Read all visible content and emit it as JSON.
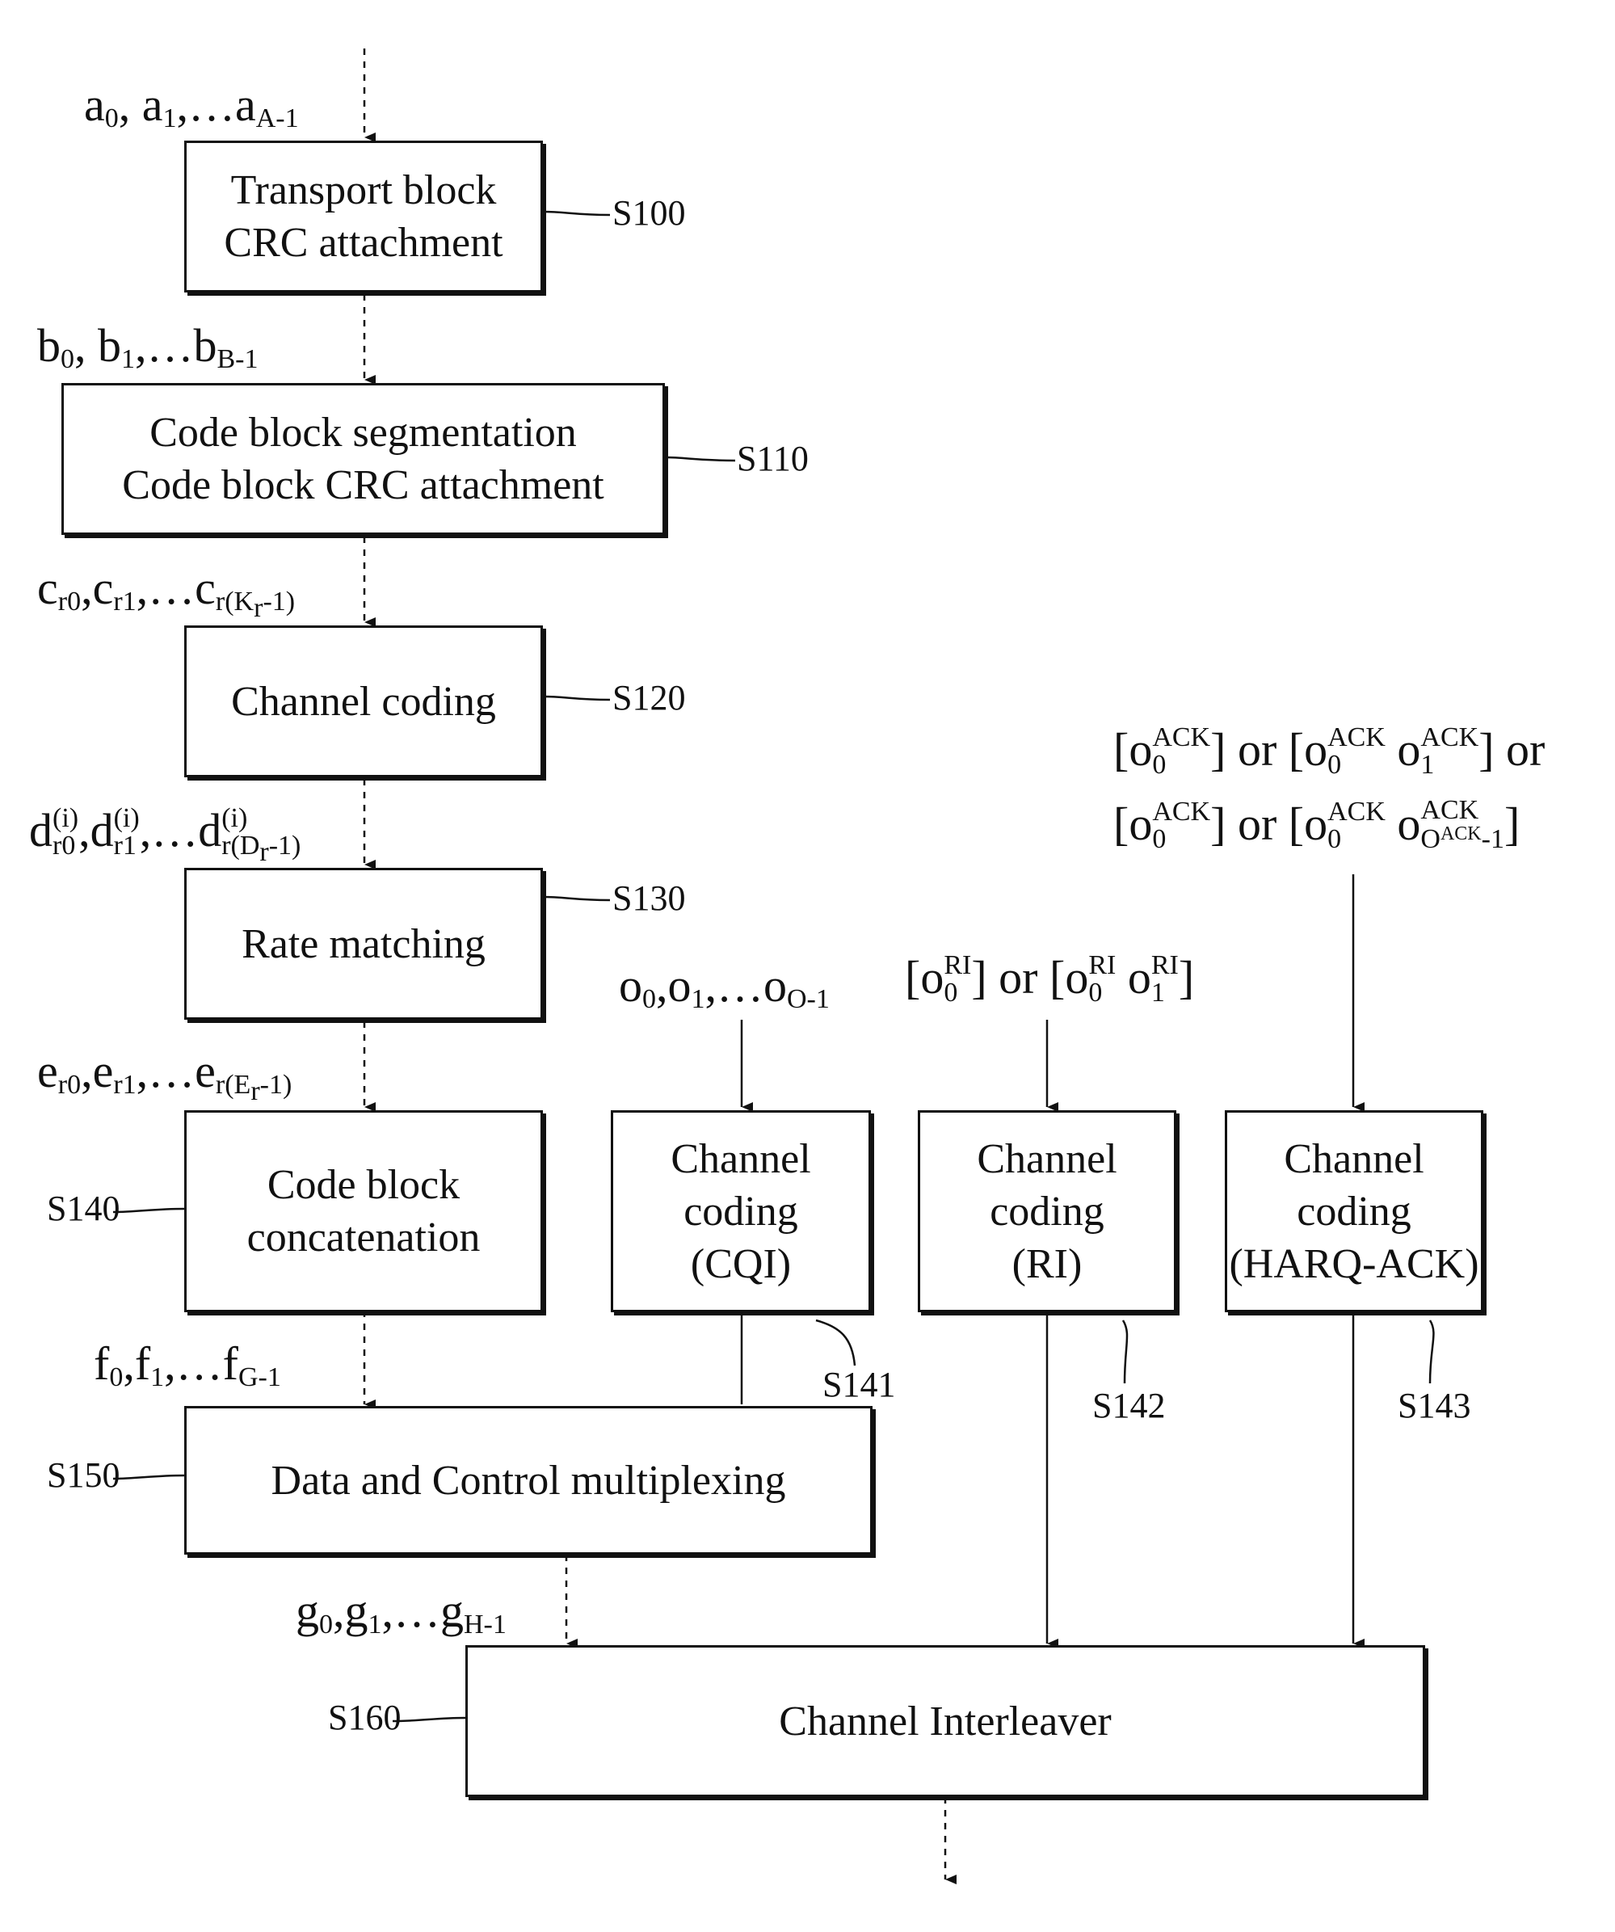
{
  "blocks": {
    "s100": {
      "lines": [
        "Transport block",
        "CRC attachment"
      ],
      "ref": "S100"
    },
    "s110": {
      "lines": [
        "Code block segmentation",
        "Code block CRC attachment"
      ],
      "ref": "S110"
    },
    "s120": {
      "lines": [
        "Channel coding"
      ],
      "ref": "S120"
    },
    "s130": {
      "lines": [
        "Rate matching"
      ],
      "ref": "S130"
    },
    "s140": {
      "lines": [
        "Code block",
        "concatenation"
      ],
      "ref": "S140"
    },
    "s141": {
      "lines": [
        "Channel",
        "coding",
        "(CQI)"
      ],
      "ref": "S141"
    },
    "s142": {
      "lines": [
        "Channel",
        "coding",
        "(RI)"
      ],
      "ref": "S142"
    },
    "s143": {
      "lines": [
        "Channel",
        "coding",
        "(HARQ-ACK)"
      ],
      "ref": "S143"
    },
    "s150": {
      "lines": [
        "Data and Control multiplexing"
      ],
      "ref": "S150"
    },
    "s160": {
      "lines": [
        "Channel Interleaver"
      ],
      "ref": "S160"
    }
  },
  "signals": {
    "a": {
      "base": "a",
      "first": "0",
      "second": "1",
      "last": "A-1",
      "sep": ",",
      "ellipsis": "…"
    },
    "b": {
      "base": "b",
      "first": "0",
      "second": "1",
      "last": "B-1",
      "sep": ",",
      "ellipsis": "…"
    },
    "c": {
      "base": "c",
      "first": "r0",
      "second": "r1",
      "last_pre": "r(K",
      "last_sub": "r",
      "last_post": "-1)"
    },
    "d": {
      "base": "d",
      "sup": "(i)",
      "first": "r0",
      "second": "r1",
      "last_pre": "r(D",
      "last_sub": "r",
      "last_post": "-1)"
    },
    "e": {
      "base": "e",
      "first": "r0",
      "second": "r1",
      "last_pre": "r(E",
      "last_sub": "r",
      "last_post": "-1)"
    },
    "f": {
      "base": "f",
      "first": "0",
      "second": "1",
      "last": "G-1"
    },
    "g": {
      "base": "g",
      "first": "0",
      "second": "1",
      "last": "H-1"
    },
    "o": {
      "base": "o",
      "first": "0",
      "second": "1",
      "last": "O-1"
    },
    "ri": {
      "base": "o",
      "sup": "RI",
      "i0": "0",
      "i1": "1",
      "or": "or"
    },
    "ack": {
      "base": "o",
      "sup": "ACK",
      "i0": "0",
      "i1": "1",
      "last_sub": "O",
      "last_sub_sup": "ACK",
      "last_sub_tail": "-1",
      "or": "or"
    }
  }
}
